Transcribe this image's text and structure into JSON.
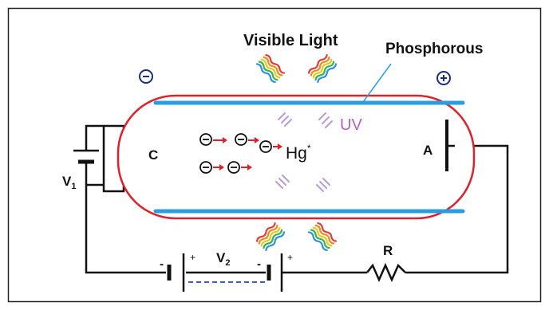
{
  "labels": {
    "visible_light": "Visible Light",
    "phosphorous": "Phosphorous",
    "uv": "UV",
    "hg_base": "Hg",
    "hg_sup": "*",
    "cathode": "C",
    "anode": "A",
    "v1_base": "V",
    "v1_sub": "1",
    "v2_base": "V",
    "v2_sub": "2",
    "resistor": "R",
    "minus": "-",
    "plus": "+"
  },
  "colors": {
    "tube_outline": "#e0202a",
    "phosphor_coating": "#2a9de0",
    "uv": "#b560c8",
    "uv_strokes": "#b89cd8",
    "electron_arrow": "#e0202a",
    "wire": "#111111",
    "dashed_link": "#3a60c8",
    "rainbow": [
      "#e43a3a",
      "#f08a1c",
      "#e6c71b",
      "#36b44a",
      "#2d8ee0"
    ]
  },
  "icons": {
    "electron": "circled-minus",
    "cathode_terminal": "circled-minus",
    "anode_terminal": "circled-plus",
    "light_emission": "rainbow-wavy-lines",
    "uv_emission": "lavender-dashes"
  }
}
